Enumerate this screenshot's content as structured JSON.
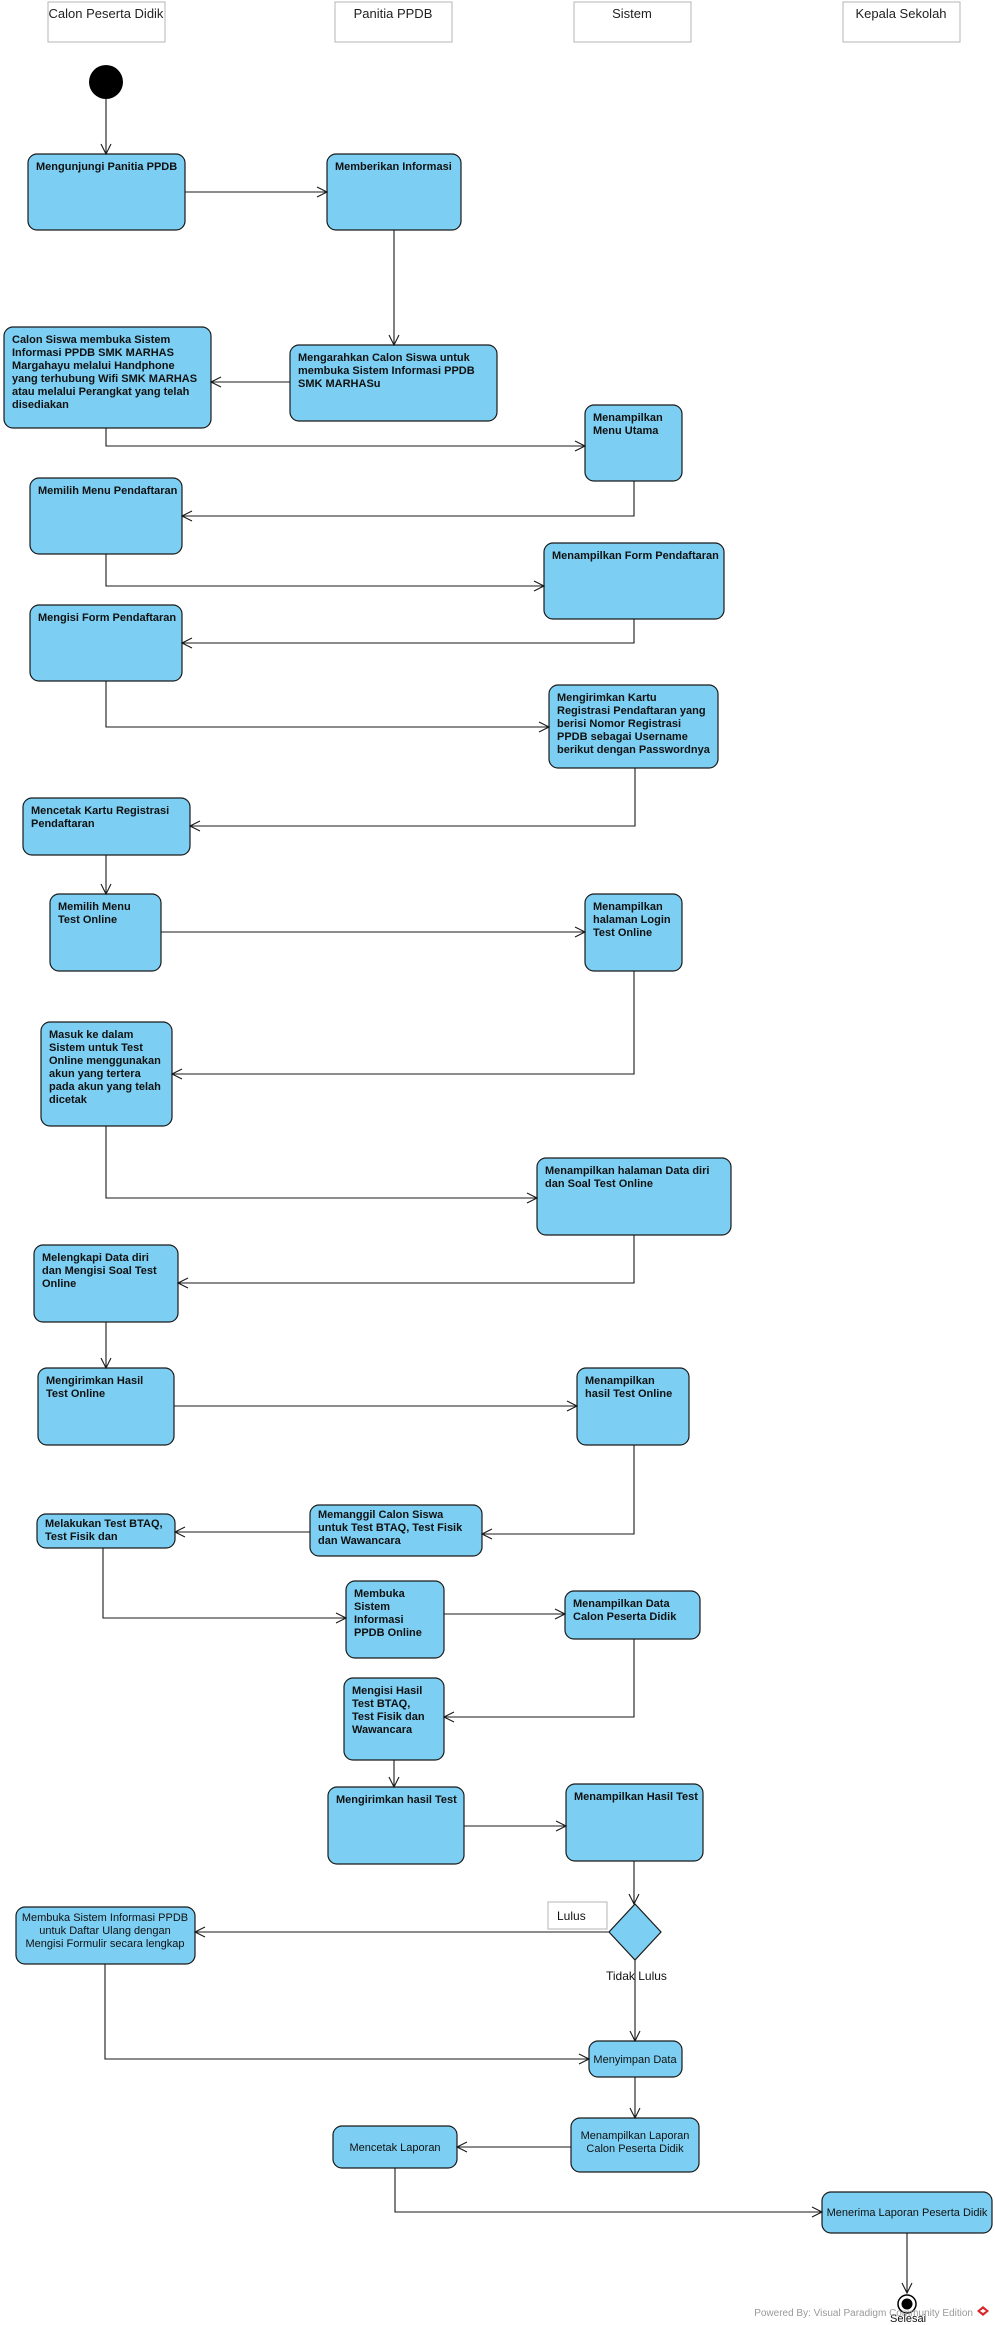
{
  "lanes": [
    "Calon Peserta Didik",
    "Panitia PPDB",
    "Sistem",
    "Kepala Sekolah"
  ],
  "activities": [
    {
      "id": "a1",
      "lines": [
        "Mengunjungi Panitia PPDB"
      ],
      "bold": true
    },
    {
      "id": "a2",
      "lines": [
        "Memberikan Informasi"
      ],
      "bold": true
    },
    {
      "id": "a3",
      "lines": [
        "Mengarahkan Calon Siswa untuk",
        "membuka Sistem Informasi PPDB",
        "SMK MARHASu"
      ],
      "bold": true
    },
    {
      "id": "a4",
      "lines": [
        "Calon Siswa membuka Sistem",
        "Informasi PPDB SMK MARHAS",
        "Margahayu melalui Handphone",
        "yang terhubung Wifi SMK MARHAS",
        "atau melalui Perangkat yang telah",
        "disediakan"
      ],
      "bold": true
    },
    {
      "id": "a5",
      "lines": [
        "Menampilkan",
        "Menu Utama"
      ],
      "bold": true
    },
    {
      "id": "a6",
      "lines": [
        "Memilih Menu Pendaftaran"
      ],
      "bold": true
    },
    {
      "id": "a7",
      "lines": [
        "Menampilkan Form Pendaftaran"
      ],
      "bold": true
    },
    {
      "id": "a8",
      "lines": [
        "Mengisi Form Pendaftaran"
      ],
      "bold": true
    },
    {
      "id": "a9",
      "lines": [
        "Mengirimkan Kartu",
        "Registrasi Pendaftaran yang",
        "berisi Nomor Registrasi",
        "PPDB sebagai Username",
        "berikut dengan Passwordnya"
      ],
      "bold": true
    },
    {
      "id": "a10",
      "lines": [
        "Mencetak Kartu Registrasi",
        "Pendaftaran"
      ],
      "bold": true
    },
    {
      "id": "a11",
      "lines": [
        "Memilih Menu",
        "Test Online"
      ],
      "bold": true
    },
    {
      "id": "a12",
      "lines": [
        "Menampilkan",
        "halaman Login",
        "Test Online"
      ],
      "bold": true
    },
    {
      "id": "a13",
      "lines": [
        "Masuk ke dalam",
        "Sistem untuk Test",
        "Online menggunakan",
        "akun yang tertera",
        "pada akun yang telah",
        "dicetak"
      ],
      "bold": true
    },
    {
      "id": "a14",
      "lines": [
        "Menampilkan halaman Data diri",
        "dan Soal Test Online"
      ],
      "bold": true
    },
    {
      "id": "a15",
      "lines": [
        "Melengkapi Data diri",
        "dan Mengisi Soal Test",
        "Online"
      ],
      "bold": true
    },
    {
      "id": "a16",
      "lines": [
        "Mengirimkan Hasil",
        "Test Online"
      ],
      "bold": true
    },
    {
      "id": "a17",
      "lines": [
        "Menampilkan",
        "hasil Test Online"
      ],
      "bold": true
    },
    {
      "id": "a18",
      "lines": [
        "Memanggil Calon Siswa",
        "untuk Test BTAQ, Test Fisik",
        "dan Wawancara"
      ],
      "bold": true
    },
    {
      "id": "a19",
      "lines": [
        "Melakukan Test BTAQ,",
        "Test Fisik dan"
      ],
      "bold": true
    },
    {
      "id": "a20",
      "lines": [
        "Membuka",
        "Sistem",
        "Informasi",
        "PPDB Online"
      ],
      "bold": true
    },
    {
      "id": "a21",
      "lines": [
        "Menampilkan Data",
        "Calon Peserta Didik"
      ],
      "bold": true
    },
    {
      "id": "a22",
      "lines": [
        "Mengisi Hasil",
        "Test BTAQ,",
        "Test Fisik dan",
        "Wawancara"
      ],
      "bold": true
    },
    {
      "id": "a23",
      "lines": [
        "Mengirimkan hasil Test"
      ],
      "bold": true
    },
    {
      "id": "a24",
      "lines": [
        "Menampilkan Hasil Test"
      ],
      "bold": true
    },
    {
      "id": "a25",
      "lines": [
        "Membuka Sistem Informasi PPDB",
        "untuk Daftar Ulang dengan",
        "Mengisi Formulir secara lengkap"
      ],
      "bold": false
    },
    {
      "id": "a26",
      "lines": [
        "Menyimpan Data"
      ],
      "bold": false
    },
    {
      "id": "a27",
      "lines": [
        "Menampilkan Laporan",
        "Calon Peserta Didik"
      ],
      "bold": false
    },
    {
      "id": "a28",
      "lines": [
        "Mencetak Laporan"
      ],
      "bold": false
    },
    {
      "id": "a29",
      "lines": [
        "Menerima Laporan Peserta Didik"
      ],
      "bold": false
    }
  ],
  "guards": {
    "pass": "Lulus",
    "fail": "Tidak Lulus"
  },
  "final_label": "Selesai",
  "footer": "Powered By: Visual Paradigm Community Edition",
  "colors": {
    "activity_fill": "#7ccff3",
    "stroke": "#1a1a1a",
    "logo": "#d9262a"
  }
}
